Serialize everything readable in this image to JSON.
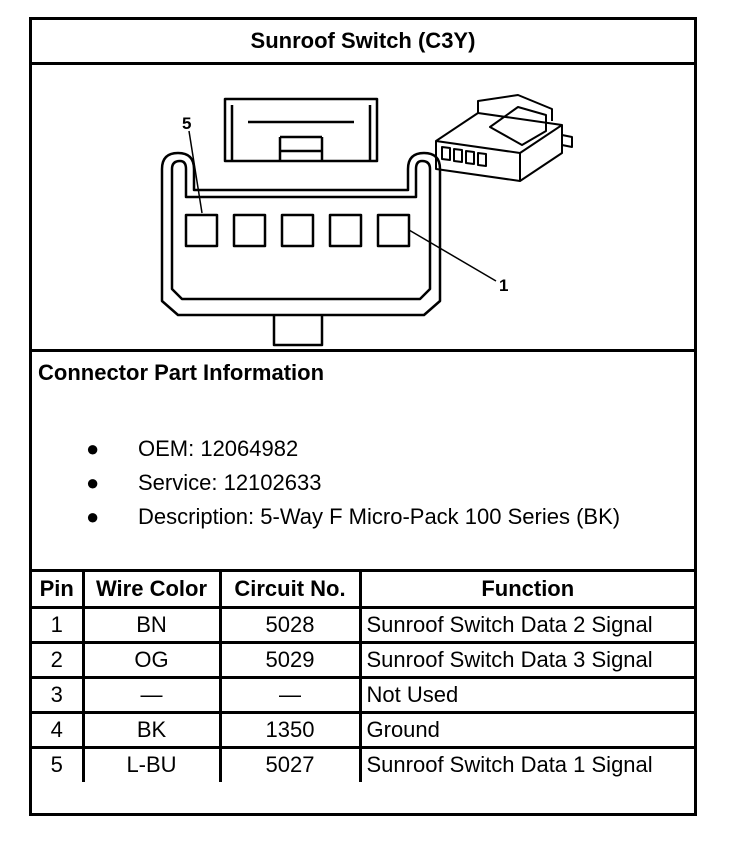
{
  "title": "Sunroof Switch (C3Y)",
  "diagram": {
    "pin_label_left": "5",
    "pin_label_right": "1"
  },
  "connector_info": {
    "heading": "Connector Part Information",
    "items": [
      "OEM: 12064982",
      "Service: 12102633",
      "Description: 5-Way F Micro-Pack 100 Series (BK)"
    ]
  },
  "table": {
    "headers": [
      "Pin",
      "Wire Color",
      "Circuit No.",
      "Function"
    ],
    "rows": [
      {
        "pin": "1",
        "wire_color": "BN",
        "circuit": "5028",
        "function": "Sunroof Switch Data 2 Signal"
      },
      {
        "pin": "2",
        "wire_color": "OG",
        "circuit": "5029",
        "function": "Sunroof Switch Data 3 Signal"
      },
      {
        "pin": "3",
        "wire_color": "—",
        "circuit": "—",
        "function": "Not Used"
      },
      {
        "pin": "4",
        "wire_color": "BK",
        "circuit": "1350",
        "function": "Ground"
      },
      {
        "pin": "5",
        "wire_color": "L-BU",
        "circuit": "5027",
        "function": "Sunroof Switch Data 1 Signal"
      }
    ]
  }
}
